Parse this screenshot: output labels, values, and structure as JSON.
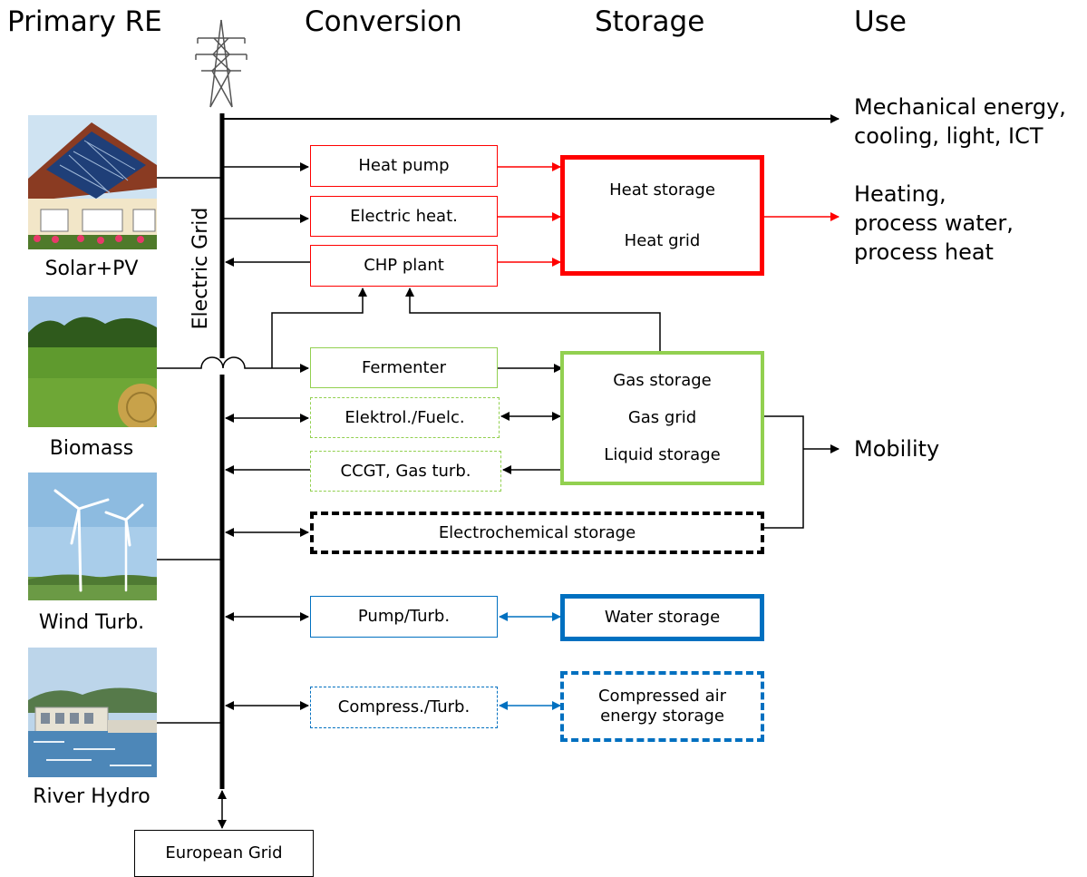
{
  "headers": {
    "primary": "Primary RE",
    "conversion": "Conversion",
    "storage": "Storage",
    "use": "Use"
  },
  "grid_label": "Electric Grid",
  "sources": [
    {
      "label": "Solar+PV",
      "icon": "solar-house-image"
    },
    {
      "label": "Biomass",
      "icon": "biomass-field-image"
    },
    {
      "label": "Wind Turb.",
      "icon": "wind-turbine-image"
    },
    {
      "label": "River Hydro",
      "icon": "river-hydro-image"
    }
  ],
  "conversion": {
    "heat_pump": "Heat pump",
    "electric_heat": "Electric heat.",
    "chp_plant": "CHP plant",
    "fermenter": "Fermenter",
    "elektrol": "Elektrol./Fuelc.",
    "ccgt": "CCGT, Gas turb.",
    "electrochemical": "Electrochemical storage",
    "pump_turb": "Pump/Turb.",
    "compress_turb": "Compress./Turb."
  },
  "storage": {
    "heat": [
      "Heat storage",
      "Heat grid"
    ],
    "gas": [
      "Gas storage",
      "Gas grid",
      "Liquid storage"
    ],
    "water": "Water storage",
    "air": [
      "Compressed air",
      "energy storage"
    ]
  },
  "use": {
    "mechanical": [
      "Mechanical energy,",
      "cooling, light, ICT"
    ],
    "heating": [
      "Heating,",
      "process water,",
      "process heat"
    ],
    "mobility": "Mobility"
  },
  "european_grid": "European Grid",
  "colors": {
    "heat": "#ff0000",
    "gas": "#92d050",
    "electro": "#000000",
    "water": "#0070c0"
  }
}
